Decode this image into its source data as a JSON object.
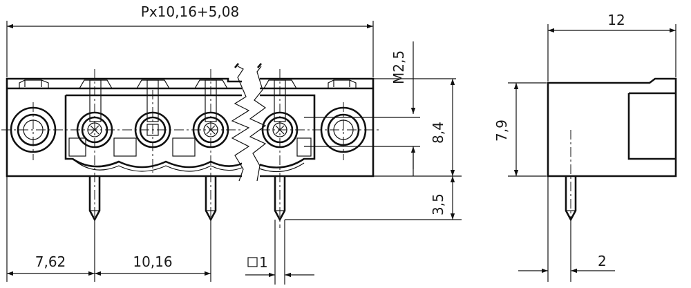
{
  "drawing": {
    "dimensions": {
      "overall_width": "Px10,16+5,08",
      "thread": "M2,5",
      "height_84": "8,4",
      "pin_length": "3,5",
      "left_offset": "7,62",
      "pitch": "10,16",
      "pin_square": "1",
      "depth": "12",
      "side_height": "7,9",
      "side_pin_offset": "2"
    }
  }
}
